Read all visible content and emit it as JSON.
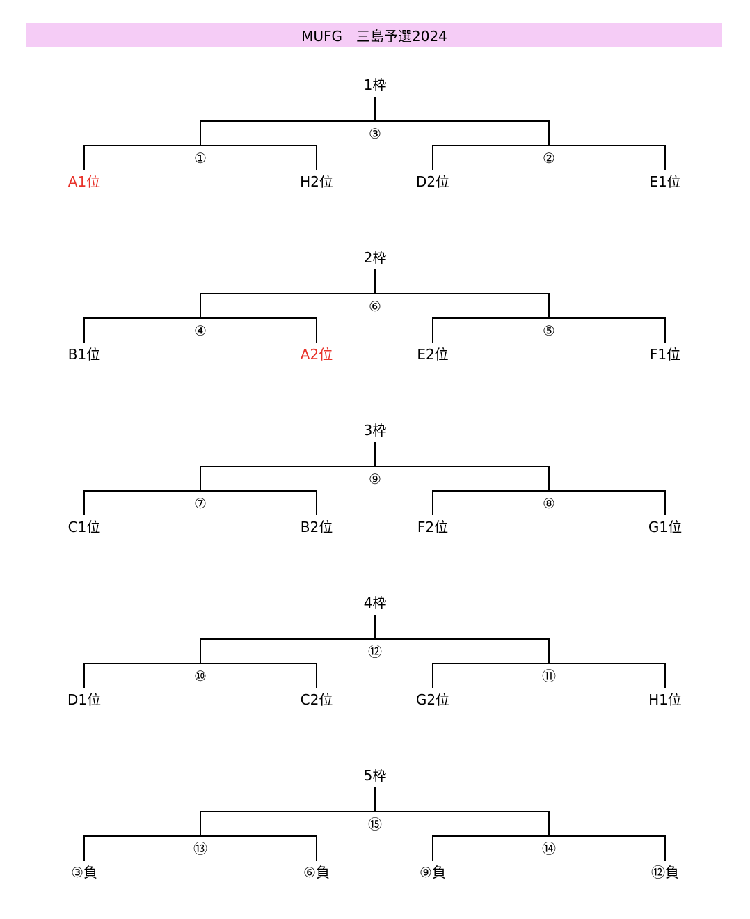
{
  "title": "MUFG　三島予選2024",
  "highlight_color": "#e8322a",
  "brackets": [
    {
      "frame": "1枠",
      "final": "③",
      "left_match": "①",
      "right_match": "②",
      "teams": [
        {
          "label": "A1位",
          "highlight": true
        },
        {
          "label": "H2位",
          "highlight": false
        },
        {
          "label": "D2位",
          "highlight": false
        },
        {
          "label": "E1位",
          "highlight": false
        }
      ]
    },
    {
      "frame": "2枠",
      "final": "⑥",
      "left_match": "④",
      "right_match": "⑤",
      "teams": [
        {
          "label": "B1位",
          "highlight": false
        },
        {
          "label": "A2位",
          "highlight": true
        },
        {
          "label": "E2位",
          "highlight": false
        },
        {
          "label": "F1位",
          "highlight": false
        }
      ]
    },
    {
      "frame": "3枠",
      "final": "⑨",
      "left_match": "⑦",
      "right_match": "⑧",
      "teams": [
        {
          "label": "C1位",
          "highlight": false
        },
        {
          "label": "B2位",
          "highlight": false
        },
        {
          "label": "F2位",
          "highlight": false
        },
        {
          "label": "G1位",
          "highlight": false
        }
      ]
    },
    {
      "frame": "4枠",
      "final": "⑫",
      "left_match": "⑩",
      "right_match": "⑪",
      "teams": [
        {
          "label": "D1位",
          "highlight": false
        },
        {
          "label": "C2位",
          "highlight": false
        },
        {
          "label": "G2位",
          "highlight": false
        },
        {
          "label": "H1位",
          "highlight": false
        }
      ]
    },
    {
      "frame": "5枠",
      "final": "⑮",
      "left_match": "⑬",
      "right_match": "⑭",
      "teams": [
        {
          "label": "③負",
          "highlight": false
        },
        {
          "label": "⑥負",
          "highlight": false
        },
        {
          "label": "⑨負",
          "highlight": false
        },
        {
          "label": "⑫負",
          "highlight": false
        }
      ]
    }
  ]
}
